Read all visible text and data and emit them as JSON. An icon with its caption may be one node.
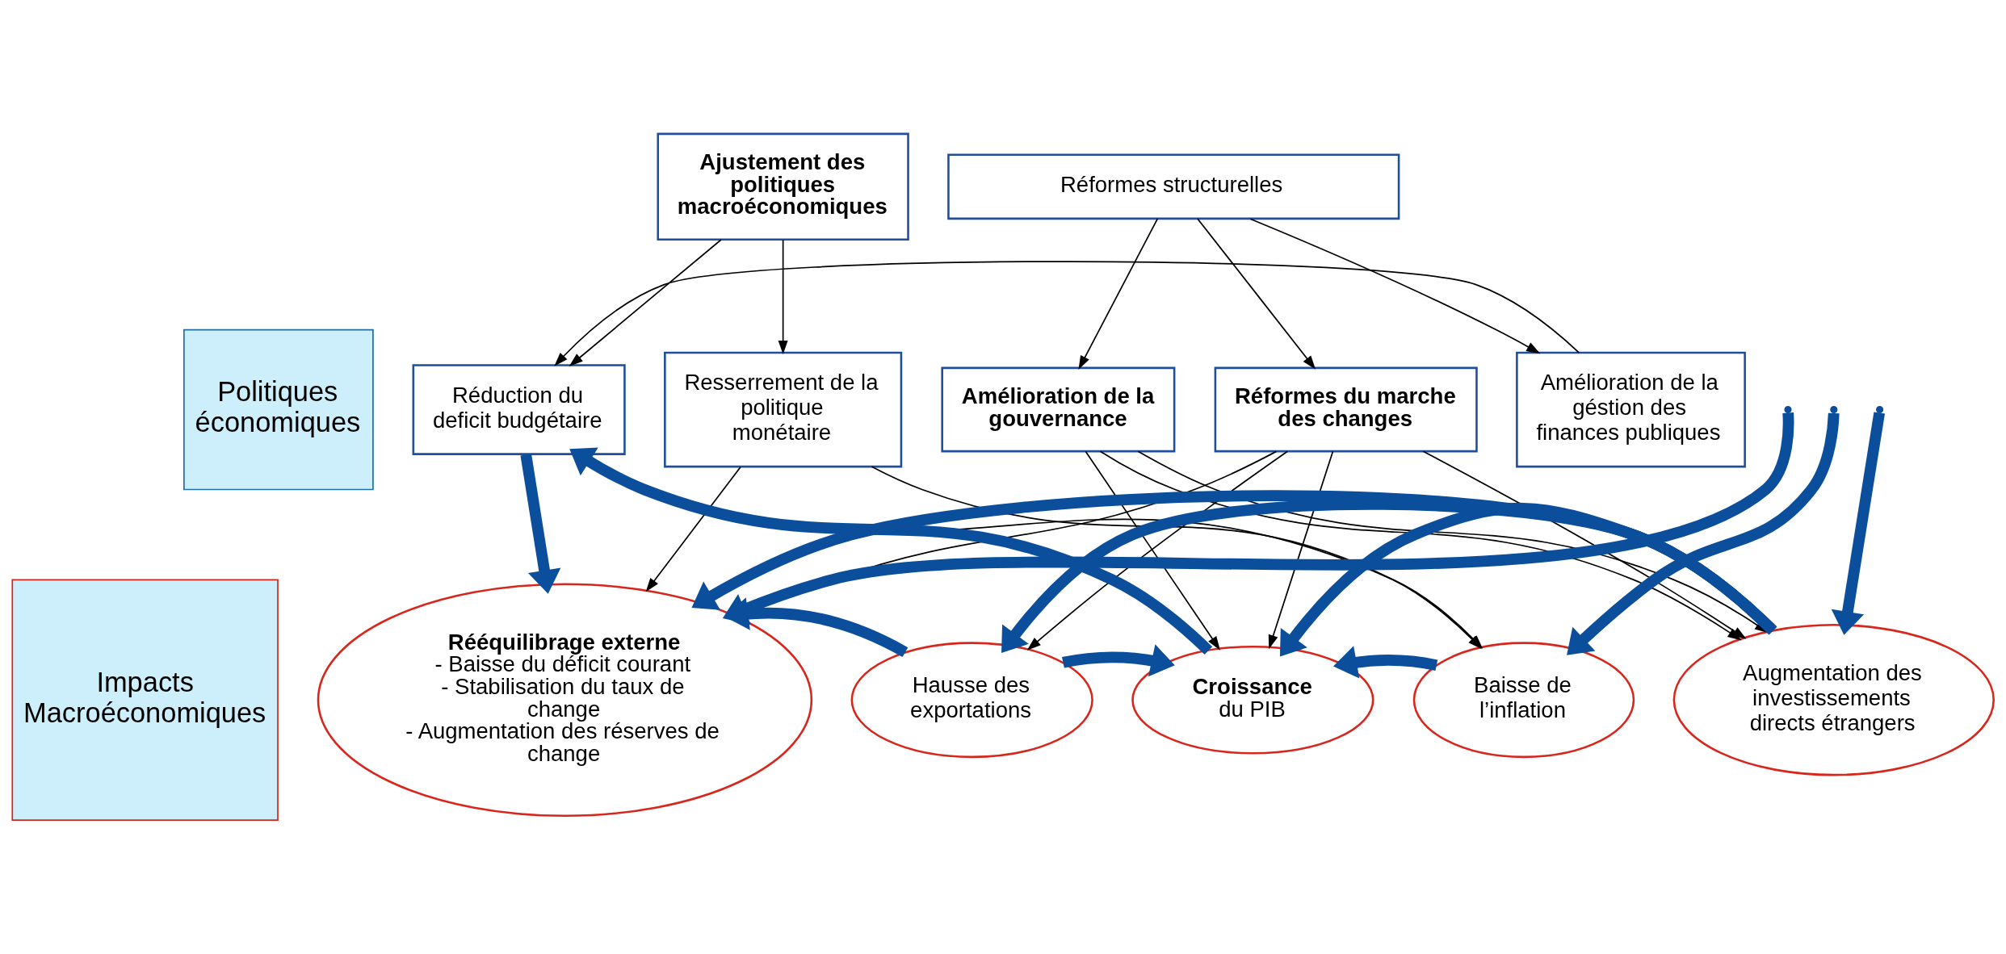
{
  "diagram": {
    "nodes": [
      {
        "text": [
          "Politiques économiques"
        ]
      },
      {
        "text": [
          "Impacts Macroéconomiques"
        ]
      },
      {
        "text": [
          "Ajustement des politiques macroéconomiques"
        ]
      },
      {
        "text": [
          "Réformes structurelles"
        ]
      },
      {
        "text": [
          "Réduction du deficit budgétaire"
        ]
      },
      {
        "text": [
          "Resserrement de la politique monétaire"
        ]
      },
      {
        "text": [
          "Amélioration de la gouvernance"
        ]
      },
      {
        "text": [
          "Réformes du marche des changes"
        ]
      },
      {
        "text": [
          "Amélioration de la géstion des finances publiques"
        ]
      },
      {
        "text": [
          "Rééquilibrage externe",
          "- Baisse du déficit courant",
          "- Stabilisation du taux de change",
          "- Augmentation des réserves de change"
        ]
      },
      {
        "text": [
          "Hausse des exportations"
        ]
      },
      {
        "text": [
          "Croissance",
          "du PIB"
        ]
      },
      {
        "text": [
          "Baisse de l’inflation"
        ]
      },
      {
        "text": [
          "Augmentation des investissements directs étrangers"
        ]
      }
    ],
    "edges": [
      {
        "from": 2,
        "to": 4,
        "arrow": "to"
      },
      {
        "from": 2,
        "to": 5,
        "arrow": "to"
      },
      {
        "from": 3,
        "to": 6,
        "arrow": "to"
      },
      {
        "from": 3,
        "to": 7,
        "arrow": "to"
      },
      {
        "from": 3,
        "to": 8,
        "arrow": "to"
      },
      {
        "from": 4,
        "to": 12,
        "arrow": "to"
      },
      {
        "from": 5,
        "to": 9,
        "arrow": "to"
      },
      {
        "from": 5,
        "to": 12,
        "arrow": "to"
      },
      {
        "from": 8,
        "to": 4,
        "arrow": "to"
      },
      {
        "from": 6,
        "to": 11,
        "arrow": "to"
      },
      {
        "from": 6,
        "to": 13,
        "arrow": "to"
      },
      {
        "from": 6,
        "to": 13,
        "arrow": "to"
      },
      {
        "from": 7,
        "to": 9,
        "arrow": "to"
      },
      {
        "from": 7,
        "to": 10,
        "arrow": "to"
      },
      {
        "from": 7,
        "to": 11,
        "arrow": "to"
      },
      {
        "from": 7,
        "to": 13,
        "arrow": "to"
      },
      {
        "from": 4,
        "to": 9,
        "arrow": "to",
        "style": "thick",
        "color": "#0b4f9c"
      },
      {
        "from": 10,
        "to": 9,
        "arrow": "to",
        "style": "thick",
        "color": "#0b4f9c"
      },
      {
        "from": 10,
        "to": 11,
        "arrow": "to",
        "style": "thick",
        "color": "#0b4f9c"
      },
      {
        "from": 12,
        "to": 11,
        "arrow": "to",
        "style": "thick",
        "color": "#0b4f9c"
      },
      {
        "from": 11,
        "to": 4,
        "arrow": "to",
        "style": "thick",
        "color": "#0b4f9c"
      },
      {
        "from": 13,
        "to": 9,
        "arrow": "to",
        "style": "thick",
        "color": "#0b4f9c"
      },
      {
        "from": 13,
        "to": 10,
        "arrow": "to",
        "style": "thick",
        "color": "#0b4f9c"
      },
      {
        "from": 13,
        "to": 11,
        "arrow": "to",
        "style": "thick",
        "color": "#0b4f9c"
      },
      {
        "from": null,
        "to": 9,
        "arrow": "to",
        "style": "thick",
        "color": "#0b4f9c"
      },
      {
        "from": null,
        "to": 12,
        "arrow": "to",
        "style": "thick",
        "color": "#0b4f9c"
      },
      {
        "from": null,
        "to": 13,
        "arrow": "to",
        "style": "thick",
        "color": "#0b4f9c"
      }
    ]
  }
}
